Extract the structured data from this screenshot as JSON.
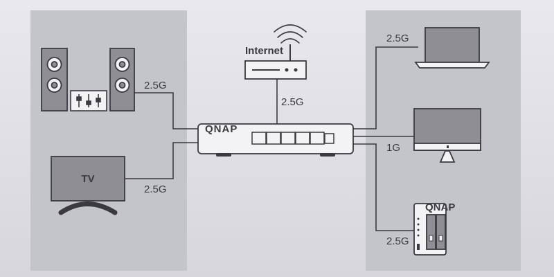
{
  "brand": "QNAP",
  "internet_label": "Internet",
  "tv_label": "TV",
  "links": {
    "speakers": "2.5G",
    "tv": "2.5G",
    "router": "2.5G",
    "laptop": "2.5G",
    "monitor": "1G",
    "nas": "2.5G"
  },
  "nas_brand": "QNAP",
  "colors": {
    "panel": "#c4c4cb",
    "line": "#3a3a40",
    "device_fill": "#f3f3f5",
    "device_dark": "#8c8c92"
  }
}
